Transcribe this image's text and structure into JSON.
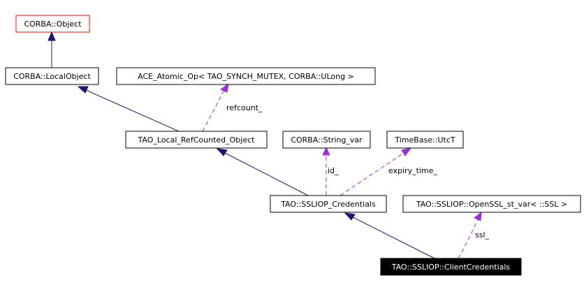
{
  "nodes": {
    "corba_object": "CORBA::Object",
    "corba_localobject": "CORBA::LocalObject",
    "ace_atomic_op": "ACE_Atomic_Op< TAO_SYNCH_MUTEX, CORBA::ULong >",
    "tao_local_refcounted_object": "TAO_Local_RefCounted_Object",
    "corba_string_var": "CORBA::String_var",
    "timebase_utct": "TimeBase::UtcT",
    "tao_ssliop_credentials": "TAO::SSLIOP_Credentials",
    "tao_ssliop_openssl_st_var": "TAO::SSLIOP::OpenSSL_st_var< ::SSL >",
    "tao_ssliop_clientcredentials": "TAO::SSLIOP::ClientCredentials"
  },
  "edge_labels": {
    "refcount": "refcount_",
    "id": "id_",
    "expiry_time": "expiry_time_",
    "ssl": "ssl_"
  },
  "colors": {
    "inheritance_edge": "#191970",
    "member_edge": "#9a32cd",
    "root_node_border": "#ff0000",
    "current_node_fill": "#000000"
  }
}
